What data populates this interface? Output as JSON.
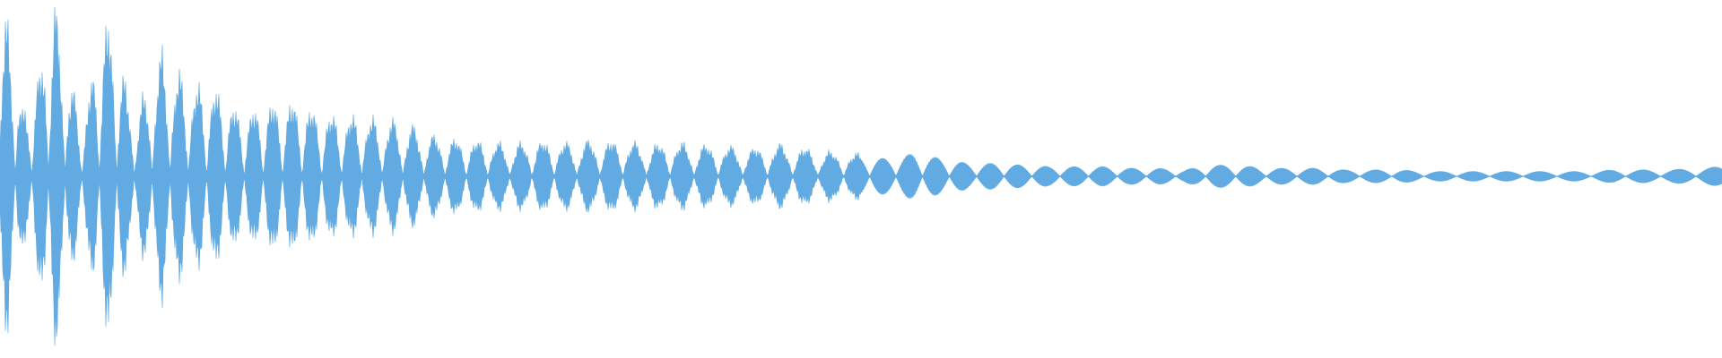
{
  "waveform": {
    "color": "#62ABE2",
    "background": "#FFFFFF",
    "envelope": [
      0.99,
      0.3,
      0.93,
      0.28,
      0.89,
      0.31,
      0.66,
      0.5,
      0.48,
      0.34,
      0.4,
      0.41,
      0.34,
      0.33,
      0.31,
      0.29,
      0.22,
      0.2,
      0.19,
      0.17,
      0.19,
      0.18,
      0.19,
      0.19,
      0.17,
      0.18,
      0.17,
      0.16,
      0.15,
      0.17,
      0.15,
      0.13,
      0.12,
      0.11,
      0.14,
      0.11,
      0.08,
      0.08,
      0.07,
      0.06,
      0.06,
      0.06,
      0.05,
      0.05,
      0.04,
      0.07,
      0.07,
      0.05,
      0.05,
      0.05,
      0.04,
      0.04,
      0.04,
      0.03,
      0.03,
      0.03,
      0.03,
      0.03,
      0.03,
      0.03,
      0.04,
      0.04,
      0.04,
      0.05,
      0.06
    ]
  }
}
